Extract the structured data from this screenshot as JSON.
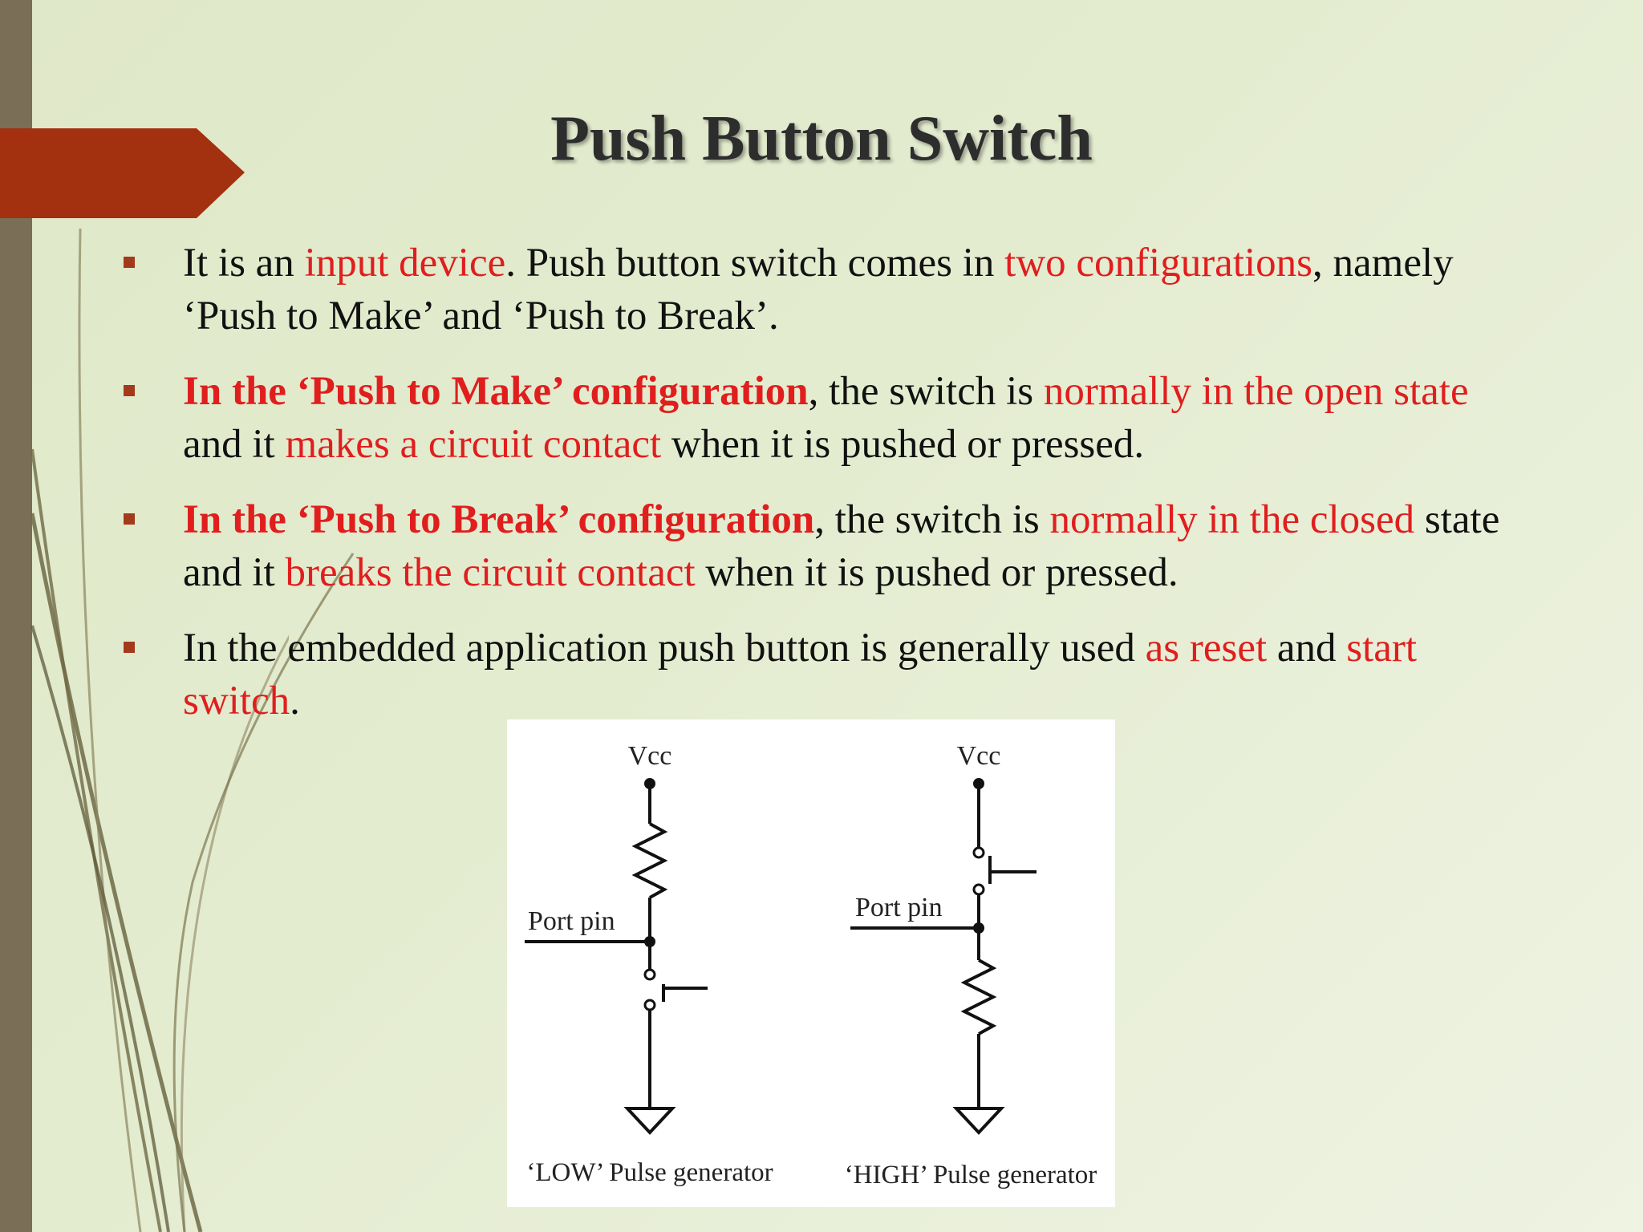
{
  "slide": {
    "title": "Push Button Switch",
    "bullets": [
      {
        "segments": [
          {
            "text": "It is an ",
            "style": "normal"
          },
          {
            "text": "input device",
            "style": "red"
          },
          {
            "text": ". Push button switch comes in ",
            "style": "normal"
          },
          {
            "text": "two configurations",
            "style": "red"
          },
          {
            "text": ", namely ‘Push to Make’ and ‘Push to Break’.",
            "style": "normal"
          }
        ]
      },
      {
        "segments": [
          {
            "text": "In the ‘Push to Make’ configuration",
            "style": "red-bold"
          },
          {
            "text": ", the switch is ",
            "style": "normal"
          },
          {
            "text": "normally in the open state",
            "style": "red"
          },
          {
            "text": " and it ",
            "style": "normal"
          },
          {
            "text": "makes a circuit contact",
            "style": "red"
          },
          {
            "text": " when it is pushed or pressed.",
            "style": "normal"
          }
        ]
      },
      {
        "segments": [
          {
            "text": "In the ‘Push to Break’ configuration",
            "style": "red-bold"
          },
          {
            "text": ", the switch is ",
            "style": "normal"
          },
          {
            "text": "normally in the closed",
            "style": "red"
          },
          {
            "text": " state and it ",
            "style": "normal"
          },
          {
            "text": "breaks the circuit contact",
            "style": "red"
          },
          {
            "text": " when it is pushed or pressed.",
            "style": "normal"
          }
        ]
      },
      {
        "segments": [
          {
            "text": "In the embedded application push button is generally used ",
            "style": "normal"
          },
          {
            "text": "as reset",
            "style": "red"
          },
          {
            "text": " and ",
            "style": "normal"
          },
          {
            "text": "start switch",
            "style": "red"
          },
          {
            "text": ".",
            "style": "normal"
          }
        ]
      }
    ]
  },
  "figure": {
    "low": {
      "vcc": "Vcc",
      "port": "Port pin",
      "caption": "‘LOW’ Pulse generator"
    },
    "high": {
      "vcc": "Vcc",
      "port": "Port pin",
      "caption": "‘HIGH’ Pulse generator"
    }
  },
  "colors": {
    "accent_red": "#e01e1e",
    "arrow_tab": "#a3300f",
    "left_bar": "#7a6e56"
  }
}
